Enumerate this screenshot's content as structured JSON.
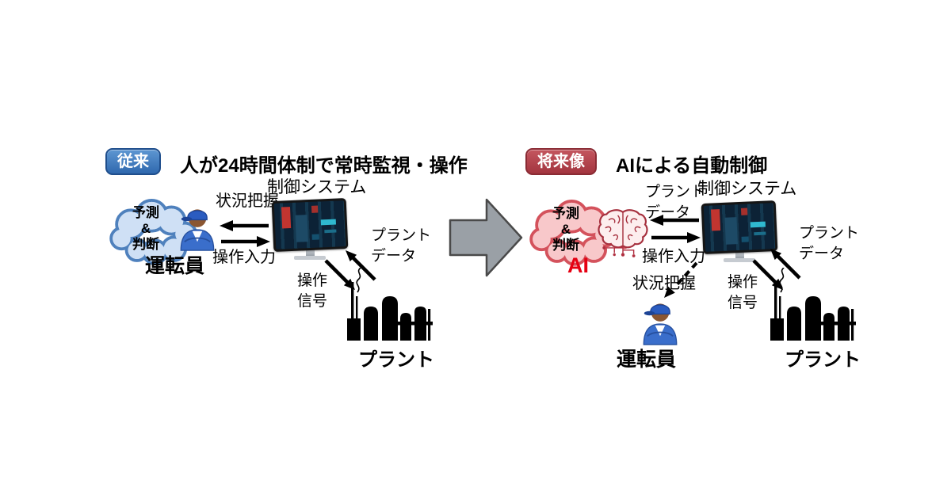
{
  "left": {
    "badge": "従来",
    "title": "人が24時間体制で常時監視・操作",
    "control_system": "制御システム",
    "cloud": {
      "line1": "予測",
      "line2": "&",
      "line3": "判断"
    },
    "operator_label": "運転員",
    "situation_label": "状況把握",
    "operation_input_label": "操作入力",
    "plant_data_line1": "プラント",
    "plant_data_line2": "データ",
    "operation_signal_line1": "操作",
    "operation_signal_line2": "信号",
    "plant_label": "プラント"
  },
  "right": {
    "badge": "将来像",
    "title": "AIによる自動制御",
    "control_system": "制御システム",
    "cloud": {
      "line1": "予測",
      "line2": "&",
      "line3": "判断"
    },
    "ai_label": "AI",
    "operator_label": "運転員",
    "situation_label": "状況把握",
    "operation_input_label": "操作入力",
    "plant_data_top_line1": "プラント",
    "plant_data_top_line2": "データ",
    "plant_data_right_line1": "プラント",
    "plant_data_right_line2": "データ",
    "operation_signal_line1": "操作",
    "operation_signal_line2": "信号",
    "plant_label": "プラント"
  },
  "colors": {
    "badge_blue": "#3a74b5",
    "badge_red": "#ad3a44",
    "cloud_blue_fill": "#cfe0f5",
    "cloud_blue_stroke": "#4f81bd",
    "cloud_pink_fill": "#f8c8ca",
    "cloud_pink_stroke": "#d4525c",
    "ai_red": "#e60012",
    "big_arrow_gray": "#9aa0a6"
  }
}
